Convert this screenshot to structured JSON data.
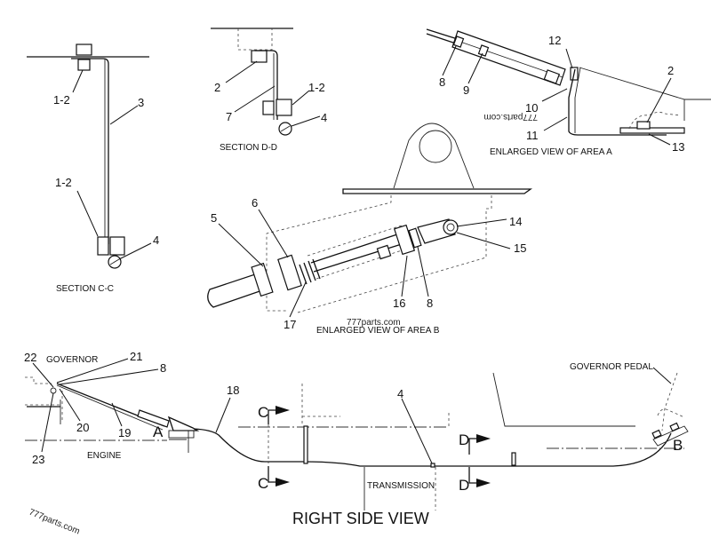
{
  "diagram": {
    "title": "RIGHT SIDE VIEW",
    "watermark": "777parts.com",
    "views": {
      "section_cc": {
        "caption": "SECTION C-C",
        "callouts": [
          "1-2",
          "3",
          "1-2",
          "4"
        ]
      },
      "section_dd": {
        "caption": "SECTION D-D",
        "callouts": [
          "2",
          "7",
          "1-2",
          "4"
        ]
      },
      "area_a": {
        "caption": "ENLARGED VIEW OF AREA A",
        "callouts": [
          "8",
          "9",
          "12",
          "10",
          "11",
          "2",
          "13"
        ]
      },
      "area_b": {
        "caption": "ENLARGED VIEW OF AREA B",
        "callouts": [
          "5",
          "6",
          "14",
          "15",
          "16",
          "8",
          "17"
        ]
      },
      "side": {
        "labels": {
          "governor": "GOVERNOR",
          "engine": "ENGINE",
          "transmission": "TRANSMISSION",
          "governor_pedal": "GOVERNOR PEDAL"
        },
        "callouts": [
          "22",
          "21",
          "8",
          "20",
          "19",
          "23",
          "18",
          "4"
        ],
        "markers": {
          "a": "A",
          "b": "B",
          "c": "C",
          "d": "D"
        }
      }
    }
  }
}
